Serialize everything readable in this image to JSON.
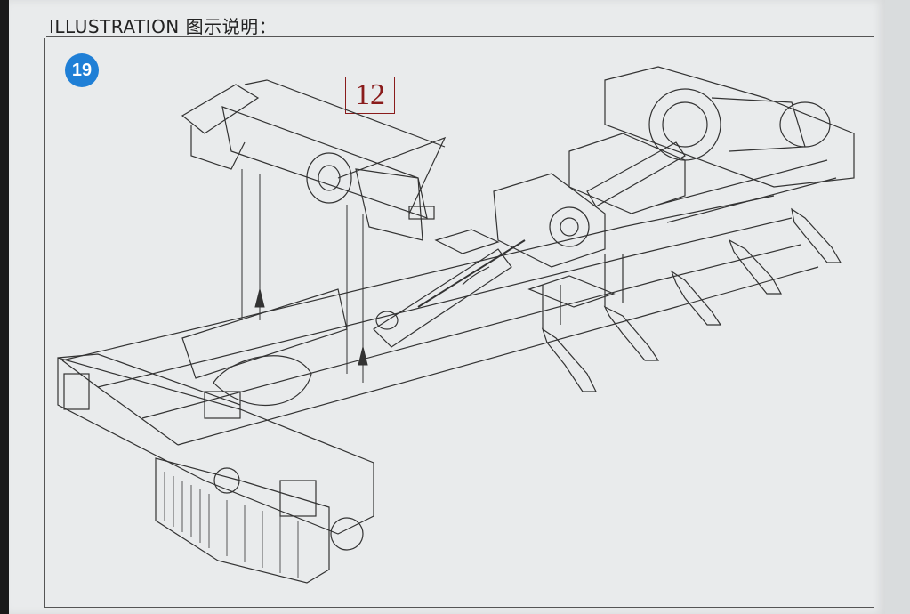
{
  "header": {
    "title": "ILLUSTRATION 图示说明："
  },
  "step": {
    "number": "19"
  },
  "part": {
    "number": "12"
  },
  "colors": {
    "step_badge": "#1f7fd6",
    "part_number": "#8a1c1c",
    "line_art": "#333333"
  }
}
